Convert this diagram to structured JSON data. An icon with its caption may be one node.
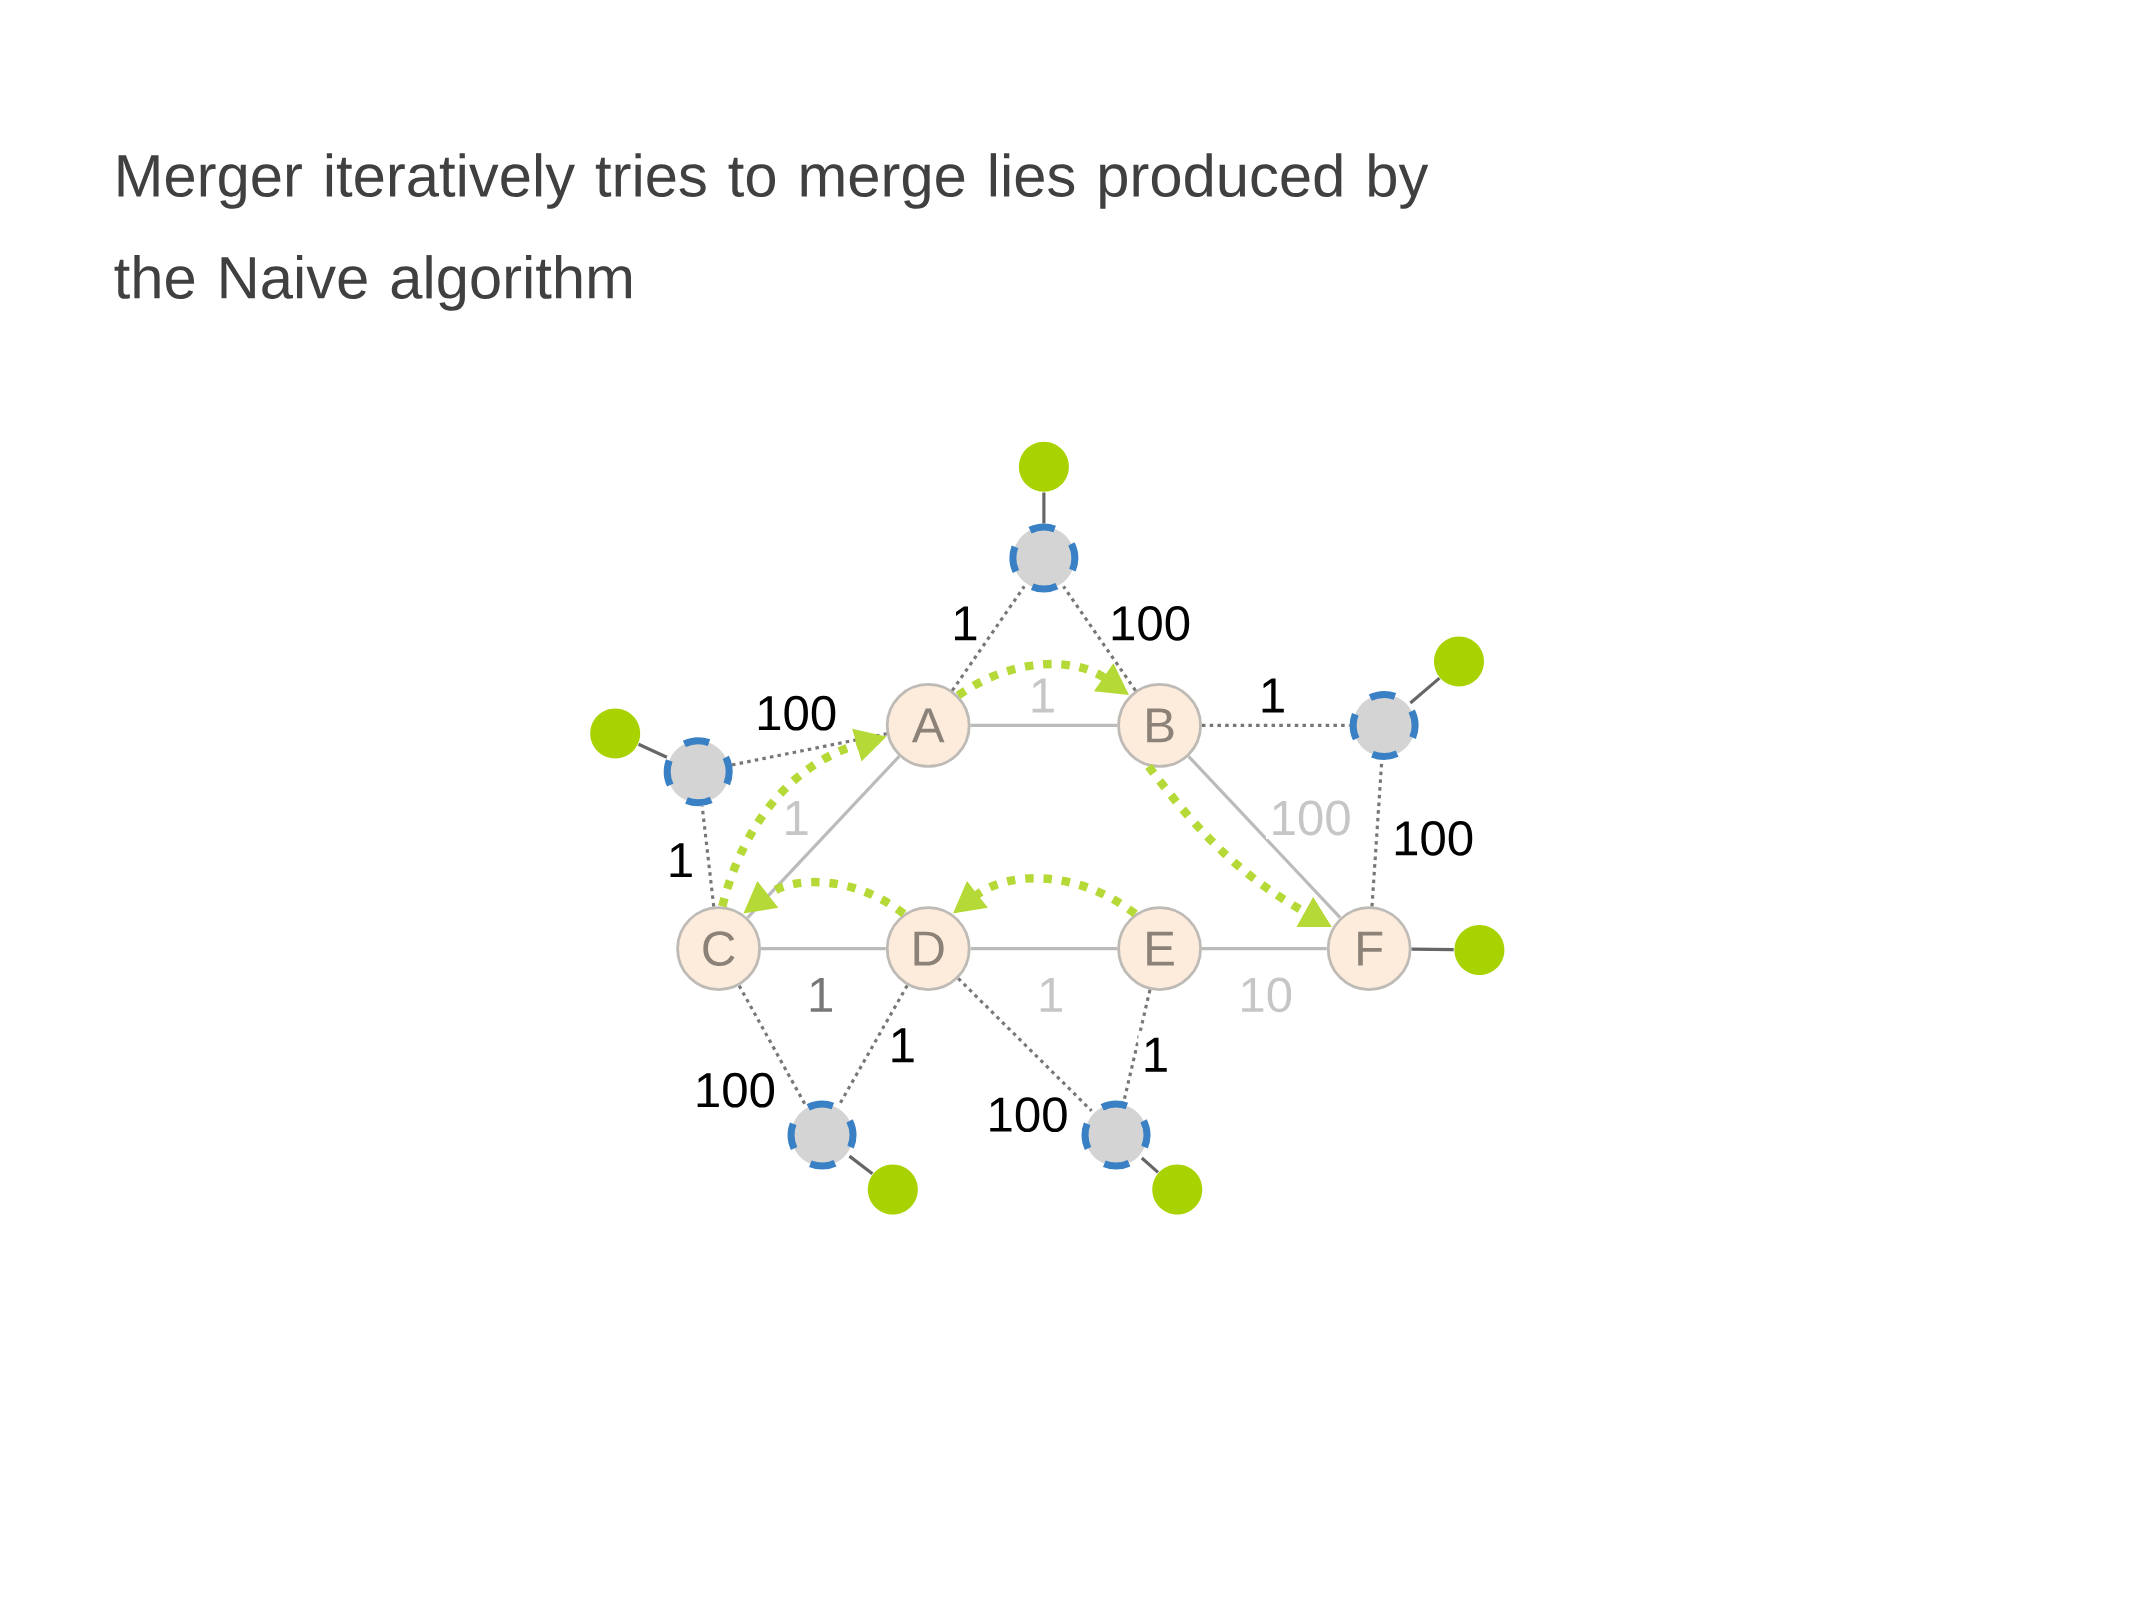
{
  "diagram": {
    "title": "Merger iteratively tries to merge lies produced by the Naive algorithm",
    "nodes": [
      {
        "text": [],
        "shape": "circle"
      },
      {
        "text": [],
        "shape": "circle"
      },
      {
        "text": [],
        "shape": "circle"
      },
      {
        "text": [
          "A"
        ]
      },
      {
        "text": [
          "B"
        ]
      },
      {
        "text": [],
        "shape": "circle"
      },
      {
        "text": [],
        "shape": "circle"
      },
      {
        "text": [],
        "shape": "circle"
      },
      {
        "text": [
          "C"
        ]
      },
      {
        "text": [
          "D"
        ]
      },
      {
        "text": [
          "E"
        ]
      },
      {
        "text": [
          "F"
        ]
      },
      {
        "text": [],
        "shape": "circle"
      },
      {
        "text": [],
        "shape": "circle"
      },
      {
        "text": [],
        "shape": "circle"
      },
      {
        "text": [],
        "shape": "circle"
      },
      {
        "text": [],
        "shape": "circle"
      }
    ],
    "edges": [
      {
        "from": 3,
        "to": 4,
        "arrow": "none",
        "label": "1"
      },
      {
        "from": 3,
        "to": 8,
        "arrow": "none",
        "label": "1"
      },
      {
        "from": 4,
        "to": 11,
        "arrow": "none",
        "label": "100"
      },
      {
        "from": 8,
        "to": 9,
        "arrow": "none",
        "label": "1"
      },
      {
        "from": 9,
        "to": 10,
        "arrow": "none",
        "label": "1"
      },
      {
        "from": 10,
        "to": 11,
        "arrow": "none",
        "label": "10"
      },
      {
        "from": 3,
        "to": 1,
        "arrow": "none",
        "label": "1",
        "style": "dashed",
        "color": "#777777"
      },
      {
        "from": 4,
        "to": 1,
        "arrow": "none",
        "label": "100",
        "style": "dashed",
        "color": "#777777"
      },
      {
        "from": 4,
        "to": 5,
        "arrow": "none",
        "label": "1",
        "style": "dashed",
        "color": "#777777"
      },
      {
        "from": 11,
        "to": 5,
        "arrow": "none",
        "label": "100",
        "style": "dashed",
        "color": "#777777"
      },
      {
        "from": 7,
        "to": 3,
        "arrow": "none",
        "label": "100",
        "style": "dashed",
        "color": "#777777"
      },
      {
        "from": 8,
        "to": 7,
        "arrow": "none",
        "label": "1",
        "style": "dashed",
        "color": "#777777"
      },
      {
        "from": 8,
        "to": 13,
        "arrow": "none",
        "label": "100",
        "style": "dashed",
        "color": "#777777"
      },
      {
        "from": 9,
        "to": 13,
        "arrow": "none",
        "label": "1",
        "style": "dashed",
        "color": "#777777"
      },
      {
        "from": 9,
        "to": 14,
        "arrow": "none",
        "label": "100",
        "style": "dashed",
        "color": "#777777"
      },
      {
        "from": 10,
        "to": 14,
        "arrow": "none",
        "label": "1",
        "style": "dashed",
        "color": "#777777"
      },
      {
        "from": 1,
        "to": 0,
        "arrow": "none",
        "color": "#666666"
      },
      {
        "from": 7,
        "to": 6,
        "arrow": "none",
        "color": "#666666"
      },
      {
        "from": 5,
        "to": 2,
        "arrow": "none",
        "color": "#666666"
      },
      {
        "from": 11,
        "to": 12,
        "arrow": "none",
        "color": "#666666"
      },
      {
        "from": 13,
        "to": 15,
        "arrow": "none",
        "color": "#666666"
      },
      {
        "from": 14,
        "to": 16,
        "arrow": "none",
        "color": "#666666"
      },
      {
        "from": 3,
        "to": 4,
        "arrow": "to",
        "style": "dashed",
        "color": "#b5d936"
      },
      {
        "from": 4,
        "to": 11,
        "arrow": "to",
        "style": "dashed",
        "color": "#b5d936"
      },
      {
        "from": 8,
        "to": 3,
        "arrow": "to",
        "style": "dashed",
        "color": "#b5d936"
      },
      {
        "from": 9,
        "to": 8,
        "arrow": "to",
        "style": "dashed",
        "color": "#b5d936"
      },
      {
        "from": 10,
        "to": 9,
        "arrow": "to",
        "style": "dashed",
        "color": "#b5d936"
      }
    ]
  }
}
